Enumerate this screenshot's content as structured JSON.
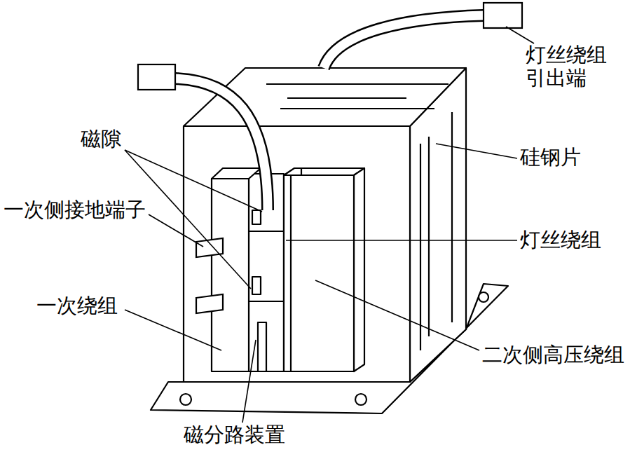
{
  "diagram": {
    "labels": [
      "灯丝绕组 引出端",
      "磁隙",
      "硅钢片",
      "一次侧接地端子",
      "灯丝绕组",
      "一次绕组",
      "二次侧高压绕组",
      "磁分路装置"
    ]
  }
}
